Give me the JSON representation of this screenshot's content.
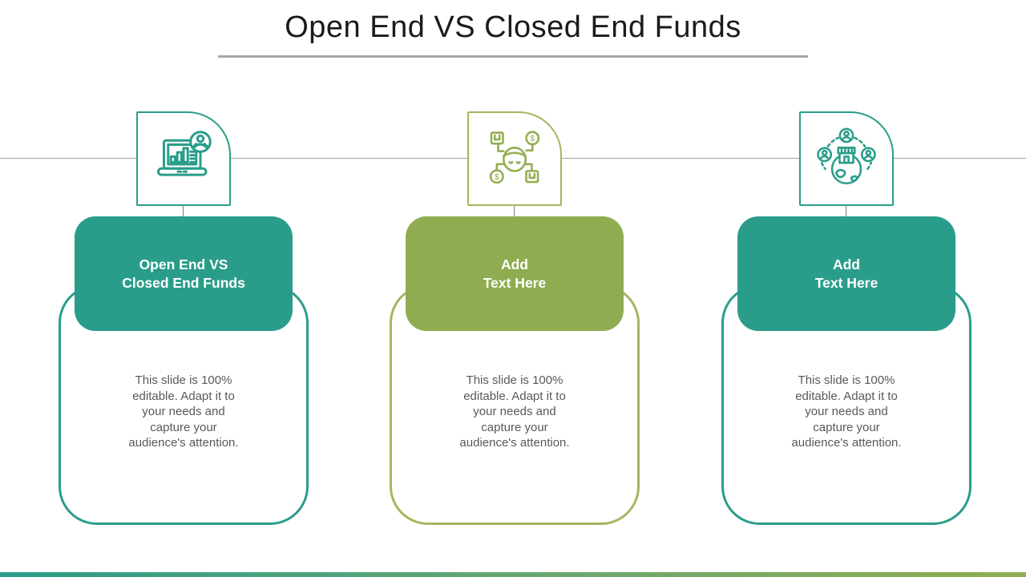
{
  "slide": {
    "title": "Open End VS Closed End Funds",
    "body_lines": [
      "This slide is 100%",
      "editable. Adapt it to",
      "your needs and",
      "capture your",
      "audience's attention."
    ],
    "theme": {
      "teal": "#2a9d8a",
      "olive_fill": "#8fad50",
      "olive_border": "#a2b75e",
      "title_color": "#1b1b1b",
      "underline_color": "#a7a7a7",
      "rule_color": "#9f9f9f",
      "connector_color": "#7f7f7f",
      "body_text_color": "#595959",
      "header_text_color": "#ffffff"
    }
  },
  "cards": [
    {
      "accent": "teal",
      "icon": "laptop-analytics-icon",
      "header_line1": "Open End VS",
      "header_line2": "Closed End Funds"
    },
    {
      "accent": "olive",
      "icon": "fund-allocation-icon",
      "header_line1": "Add",
      "header_line2": "Text Here"
    },
    {
      "accent": "teal",
      "icon": "global-investment-icon",
      "header_line1": "Add",
      "header_line2": "Text Here"
    }
  ]
}
